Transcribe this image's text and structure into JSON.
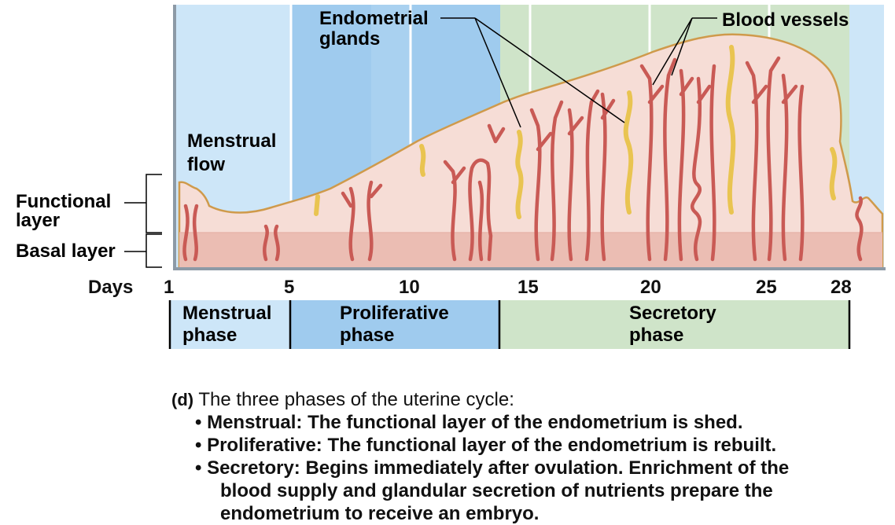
{
  "labels": {
    "endometrial_glands": [
      "Endometrial",
      "glands"
    ],
    "blood_vessels": "Blood vessels",
    "menstrual_flow": [
      "Menstrual",
      "flow"
    ],
    "functional_layer": [
      "Functional",
      "layer"
    ],
    "basal_layer": "Basal layer"
  },
  "days": {
    "label": "Days",
    "ticks": [
      "1",
      "5",
      "10",
      "15",
      "20",
      "25",
      "28"
    ]
  },
  "phases": [
    {
      "name": "Menstrual",
      "word": "phase",
      "color": "#cde6f8"
    },
    {
      "name": "Proliferative",
      "word": "phase",
      "color": "#9fcbee"
    },
    {
      "name": "Secretory",
      "word": "phase",
      "color": "#cfe4c9"
    }
  ],
  "caption": {
    "tag": "(d)",
    "intro": "The three phases of the uterine cycle:",
    "bullets": [
      "• Menstrual: The functional layer of the endometrium is shed.",
      "• Proliferative: The functional layer of the endometrium is rebuilt."
    ],
    "secretory_lines": [
      "• Secretory: Begins immediately after ovulation. Enrichment of the",
      "blood supply and glandular secretion of nutrients prepare the",
      "endometrium to receive an embryo."
    ]
  },
  "colors": {
    "light_blue": "#cde6f8",
    "mid_blue": "#9fcbee",
    "green": "#cfe4c9",
    "tissue": "#f6ddd6",
    "basal": "#ebbdb3",
    "outline": "#cf9a4b",
    "vessel": "#c95a55",
    "gland": "#e9c451"
  }
}
